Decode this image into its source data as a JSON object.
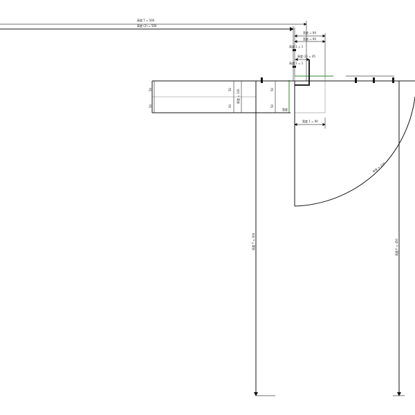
{
  "dimensions": {
    "top_length_1": "高度 T = 500",
    "top_length_2": "高度 (2) = 500",
    "width_a": "宽度 = 90",
    "width_b": "宽度 = 90",
    "height_1a": "高度 1 = 1",
    "height_2": "高度 (2) = 45",
    "height_1b": "高度 1 = 1",
    "width_bottom": "宽度 1 = 90",
    "left_vertical": "高度 T = 300",
    "right_vertical": "高度 F = 450",
    "arc_radius": "半径 = 150",
    "wall_segment_1": "50",
    "wall_segment_2": "50",
    "wall_segment_3": "50",
    "wall_segment_4": "50",
    "wall_total": "厚度 = 100",
    "wall_segment_5": "50",
    "wall_segment_6": "50",
    "small_label": "宽度"
  },
  "colors": {
    "line": "#111111",
    "reference": "#2a8a2a",
    "guide": "#aaaaaa"
  }
}
